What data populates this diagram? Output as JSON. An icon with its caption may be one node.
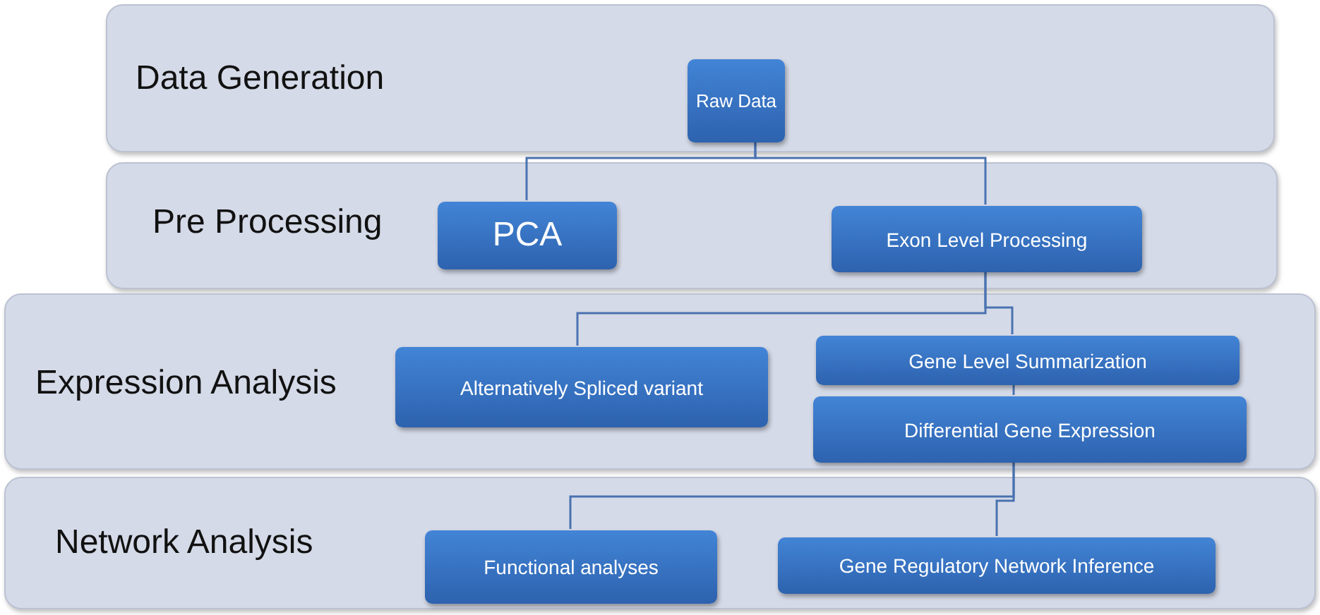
{
  "diagram": {
    "nodes": [
      {
        "text": [
          "Data Generation"
        ]
      },
      {
        "text": [
          "Raw Data"
        ],
        "in": 0
      },
      {
        "text": [
          "Pre Processing"
        ]
      },
      {
        "text": [
          "PCA"
        ],
        "in": 2
      },
      {
        "text": [
          "Exon Level Processing"
        ],
        "in": 2
      },
      {
        "text": [
          "Expression Analysis"
        ]
      },
      {
        "text": [
          "Alternatively Spliced variant"
        ],
        "in": 5
      },
      {
        "text": [
          "Gene Level Summarization"
        ],
        "in": 5
      },
      {
        "text": [
          "Differential Gene Expression"
        ],
        "in": 5
      },
      {
        "text": [
          "Network Analysis"
        ]
      },
      {
        "text": [
          "Functional analyses"
        ],
        "in": 9
      },
      {
        "text": [
          "Gene Regulatory Network Inference"
        ],
        "in": 9
      }
    ],
    "edges": [
      {
        "from": 1,
        "to": 3,
        "arrow": "none"
      },
      {
        "from": 1,
        "to": 4,
        "arrow": "none"
      },
      {
        "from": 4,
        "to": 6,
        "arrow": "none"
      },
      {
        "from": 4,
        "to": 7,
        "arrow": "none"
      },
      {
        "from": 7,
        "to": 8,
        "arrow": "none"
      },
      {
        "from": 8,
        "to": 10,
        "arrow": "none"
      },
      {
        "from": 8,
        "to": 11,
        "arrow": "none"
      }
    ]
  }
}
